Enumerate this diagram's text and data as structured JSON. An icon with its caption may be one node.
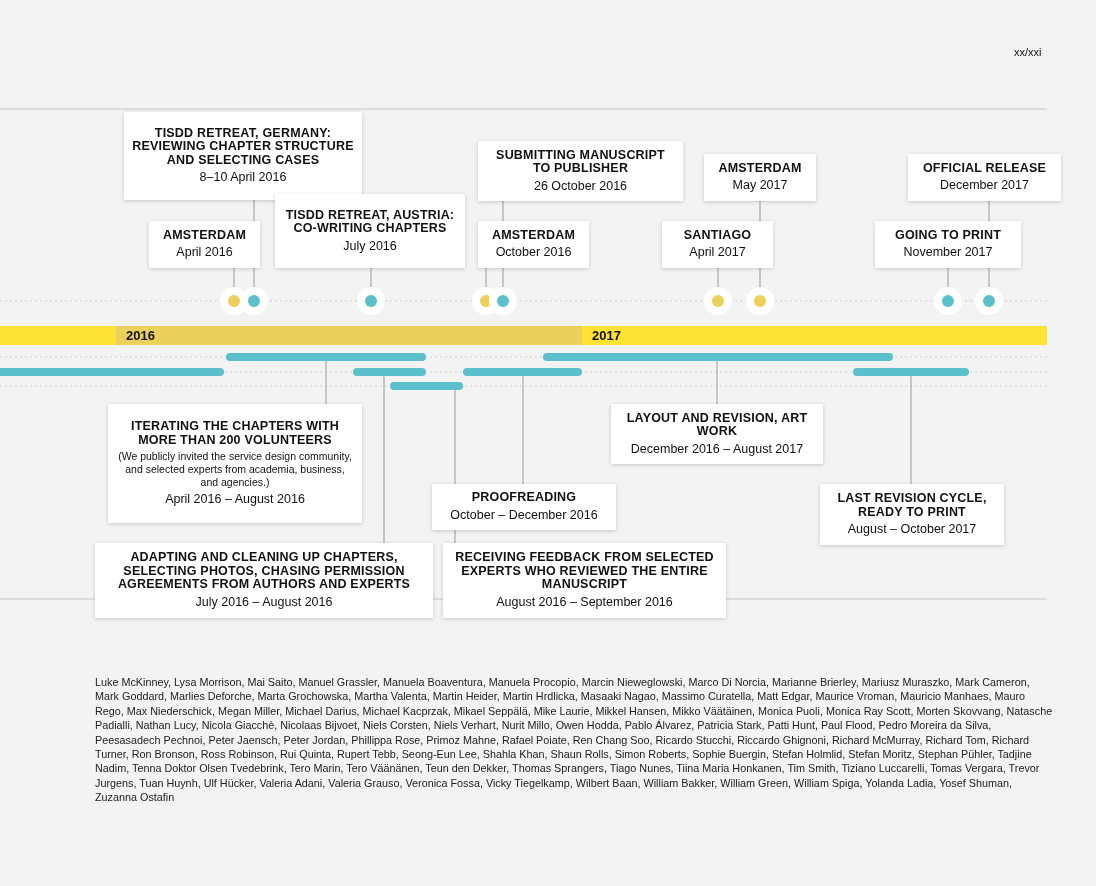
{
  "diagram": {
    "nodes": [
      {
        "text": [
          "TISDD RETREAT, GERMANY: REVIEWING CHAPTER STRUCTURE AND SELECTING CASES",
          "8–10 April 2016"
        ]
      },
      {
        "text": [
          "AMSTERDAM",
          "April 2016"
        ]
      },
      {
        "text": [
          "TISDD RETREAT, AUSTRIA: CO-WRITING CHAPTERS",
          "July 2016"
        ]
      },
      {
        "text": [
          "SUBMITTING MANUSCRIPT TO PUBLISHER",
          "26 October 2016"
        ]
      },
      {
        "text": [
          "AMSTERDAM",
          "October 2016"
        ]
      },
      {
        "text": [
          "AMSTERDAM",
          "May 2017"
        ]
      },
      {
        "text": [
          "SANTIAGO",
          "April 2017"
        ]
      },
      {
        "text": [
          "OFFICIAL RELEASE",
          "December 2017"
        ]
      },
      {
        "text": [
          "GOING TO PRINT",
          "November 2017"
        ]
      },
      {
        "text": [
          "ITERATING THE CHAPTERS WITH MORE THAN 200 VOLUNTEERS",
          "(We publicly invited the service design community, and selected experts from academia, business, and agencies.)",
          "April 2016 – August 2016"
        ]
      },
      {
        "text": [
          "LAYOUT AND REVISION, ART WORK",
          "December 2016 – August 2017"
        ]
      },
      {
        "text": [
          "PROOFREADING",
          "October – December 2016"
        ]
      },
      {
        "text": [
          "LAST REVISION CYCLE, READY TO PRINT",
          "August – October 2017"
        ]
      },
      {
        "text": [
          "ADAPTING AND CLEANING UP CHAPTERS, SELECTING PHOTOS, CHASING PERMISSION AGREEMENTS FROM AUTHORS AND EXPERTS",
          "July 2016 – August 2016"
        ]
      },
      {
        "text": [
          "RECEIVING FEEDBACK FROM SELECTED EXPERTS WHO REVIEWED THE ENTIRE MANUSCRIPT",
          "August 2016 – September 2016"
        ]
      },
      {
        "text": [],
        "shape": "circle"
      },
      {
        "text": [],
        "shape": "circle"
      },
      {
        "text": [],
        "shape": "circle"
      },
      {
        "text": [],
        "shape": "circle"
      },
      {
        "text": [],
        "shape": "circle"
      },
      {
        "text": [],
        "shape": "circle"
      },
      {
        "text": [],
        "shape": "circle"
      },
      {
        "text": [],
        "shape": "circle"
      },
      {
        "text": [],
        "shape": "circle"
      },
      {
        "text": [],
        "shape": "bar"
      },
      {
        "text": [],
        "shape": "bar"
      },
      {
        "text": [],
        "shape": "bar"
      },
      {
        "text": [],
        "shape": "bar"
      },
      {
        "text": [],
        "shape": "bar"
      },
      {
        "text": [],
        "shape": "bar"
      },
      {
        "text": [],
        "shape": "bar"
      }
    ],
    "edges": [
      {
        "from": 0,
        "to": 16,
        "arrow": "none"
      },
      {
        "from": 1,
        "to": 15,
        "arrow": "none"
      },
      {
        "from": 2,
        "to": 17,
        "arrow": "none"
      },
      {
        "from": 3,
        "to": 19,
        "arrow": "none"
      },
      {
        "from": 4,
        "to": 18,
        "arrow": "none"
      },
      {
        "from": 5,
        "to": 21,
        "arrow": "none"
      },
      {
        "from": 6,
        "to": 20,
        "arrow": "none"
      },
      {
        "from": 7,
        "to": 23,
        "arrow": "none"
      },
      {
        "from": 8,
        "to": 22,
        "arrow": "none"
      },
      {
        "from": 9,
        "to": 24,
        "arrow": "none"
      },
      {
        "from": 10,
        "to": 25,
        "arrow": "none"
      },
      {
        "from": 11,
        "to": 28,
        "arrow": "none"
      },
      {
        "from": 12,
        "to": 29,
        "arrow": "none"
      },
      {
        "from": 13,
        "to": 27,
        "arrow": "none"
      },
      {
        "from": 14,
        "to": 30,
        "arrow": "none"
      }
    ],
    "labels": [
      "xx/xxi",
      "2016",
      "2017",
      "Luke McKinney, Lysa Morrison, Mai Saito, Manuel Grassler, Manuela Boaventura, Manuela Procopio, Marcin Nieweglowski, Marco Di Norcia, Marianne Brierley, Mariusz Muraszko, Mark Cameron, Mark Goddard, Marlies Deforche, Marta Grochowska, Martha Valenta, Martin Heider, Martin Hrdlicka, Masaaki Nagao, Massimo Curatella, Matt Edgar, Maurice Vroman, Mauricio Manhaes, Mauro Rego, Max Niederschick, Megan Miller, Michael Darius, Michael Kacprzak, Mikael Seppälä, Mike Laurie, Mikkel Hansen, Mikko Väätäinen, Monica Puoli, Monica Ray Scott, Morten Skovvang, Natasche Padialli, Nathan Lucy, Nicola Giacchè, Nicolaas Bijvoet, Niels Corsten, Niels Verhart, Nurit Millo, Owen Hodda, Pablo Álvarez, Patricia Stark, Patti Hunt, Paul Flood, Pedro Moreira da Silva, Peesasadech Pechnoi, Peter Jaensch, Peter Jordan, Phillippa Rose, Primoz Mahne, Rafael Poiate, Ren Chang Soo, Ricardo Stucchi, Riccardo Ghignoni, Richard McMurray, Richard Tom, Richard Turner, Ron Bronson, Ross Robinson, Rui Quinta, Rupert Tebb, Seong-Eun Lee, Shahla Khan, Shaun Rolls, Simon Roberts, Sophie Buergin, Stefan Holmlid, Stefan Moritz, Stephan Pühler, Tadjine Nadim, Tenna Doktor Olsen Tvedebrink, Tero Marin, Tero Väänänen, Teun den Dekker, Thomas Sprangers, Tiago Nunes, Tiina Maria Honkanen, Tim Smith, Tiziano Luccarelli, Tomas Vergara, Trevor Jurgens, Tuan Huynh, Ulf Hücker, Valeria Adani, Valeria Grauso, Veronica Fossa, Vicky Tiegelkamp, Wilbert Baan, William Bakker, William Green, William Spiga, Yolanda Ladia, Yosef Shuman, Zuzanna Ostafin"
    ]
  }
}
